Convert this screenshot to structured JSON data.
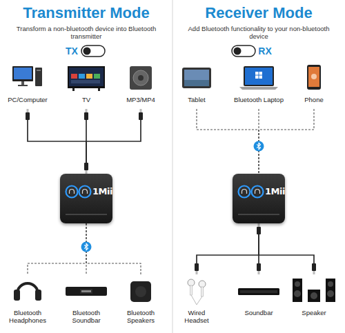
{
  "diagram": {
    "nodes": [
      {
        "text": [
          "PC/Computer"
        ]
      },
      {
        "text": [
          "TV"
        ]
      },
      {
        "text": [
          "MP3/MP4"
        ]
      },
      {
        "text": [
          "1Mii"
        ]
      },
      {
        "text": [
          "Bluetooth Headphones"
        ]
      },
      {
        "text": [
          "Bluetooth Soundbar"
        ]
      },
      {
        "text": [
          "Bluetooth Speakers"
        ]
      },
      {
        "text": [
          "Tablet"
        ]
      },
      {
        "text": [
          "Bluetooth Laptop"
        ]
      },
      {
        "text": [
          "Phone"
        ]
      },
      {
        "text": [
          "1Mii"
        ]
      },
      {
        "text": [
          "Wired Headset"
        ]
      },
      {
        "text": [
          "Soundbar"
        ]
      },
      {
        "text": [
          "Speaker"
        ]
      }
    ],
    "edges": [
      {
        "from": 0,
        "to": 3,
        "arrow": "none"
      },
      {
        "from": 1,
        "to": 3,
        "arrow": "none"
      },
      {
        "from": 2,
        "to": 3,
        "arrow": "none"
      },
      {
        "from": 3,
        "to": 4,
        "arrow": "none"
      },
      {
        "from": 3,
        "to": 5,
        "arrow": "none"
      },
      {
        "from": 3,
        "to": 6,
        "arrow": "none"
      },
      {
        "from": 7,
        "to": 10,
        "arrow": "none"
      },
      {
        "from": 8,
        "to": 10,
        "arrow": "none"
      },
      {
        "from": 9,
        "to": 10,
        "arrow": "none"
      },
      {
        "from": 10,
        "to": 11,
        "arrow": "none"
      },
      {
        "from": 10,
        "to": 12,
        "arrow": "none"
      },
      {
        "from": 10,
        "to": 13,
        "arrow": "none"
      }
    ],
    "labels": [
      "Transmitter Mode",
      "Transform a non-bluetooth device into Bluetooth transmitter",
      "TX",
      "Receiver Mode",
      "Add Bluetooth functionality to your non-bluetooth device",
      "RX"
    ]
  }
}
